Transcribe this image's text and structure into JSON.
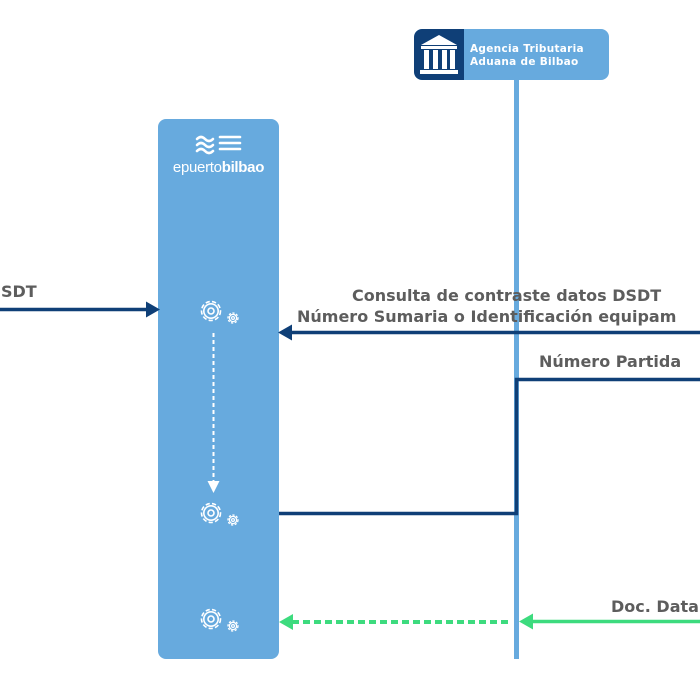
{
  "participants": {
    "agency": {
      "line1": "Agencia Tributaria",
      "line2": "Aduana de Bilbao",
      "logo_icon": "government-building-icon"
    },
    "port": {
      "brand_prefix": "epuerto",
      "brand_suffix": "bilbao",
      "logo_icon": "waves-lines-icon"
    }
  },
  "messages": {
    "incoming": "SDT",
    "consulta_line1": "Consulta de contraste datos DSDT",
    "consulta_line2": "Número Sumaria o Identificación equipam",
    "numero_partida": "Número Partida",
    "doc_data": "Doc. Data"
  },
  "process_icons": [
    "gears-icon",
    "gears-icon",
    "gears-icon"
  ],
  "colors": {
    "lifeline": "#67aade",
    "port_box": "#67aade",
    "arrow_solid": "#0f3f77",
    "arrow_dashed": "#3ddb7e",
    "label_text": "#5d5d5d"
  }
}
